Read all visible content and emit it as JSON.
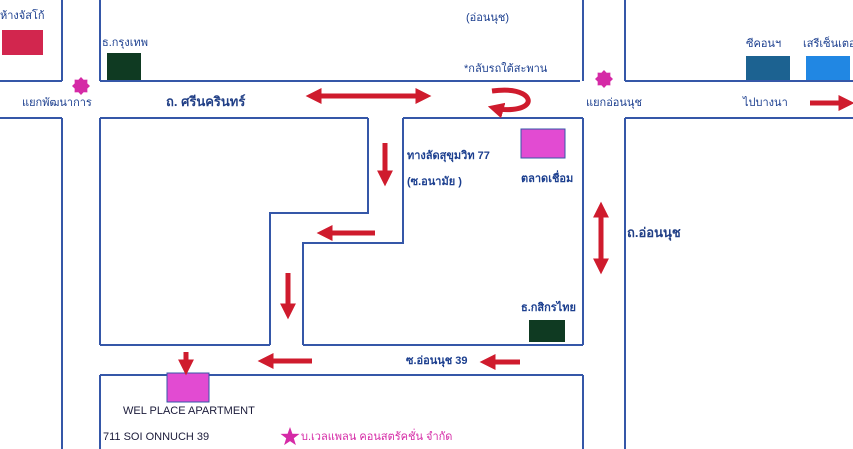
{
  "colors": {
    "road_edge": "#3557a8",
    "arrow": "#cf1b2d",
    "building_pink": "#e24bd2",
    "building_red": "#d2264e",
    "bank_green": "#0f3a22",
    "bank_blue_dark": "#1c6291",
    "bank_blue": "#2187e3",
    "star": "#d52aa6",
    "junction": "#d52aa6",
    "text": "#1c3f8f"
  },
  "map": {
    "labels": {
      "store_top_left": "ห้างจัสโก้",
      "krungthep_bank": "ธ.กรุงเทพ",
      "onnut_paren": "(อ่อนนุช)",
      "uturn_note": "*กลับรถใต้สะพาน",
      "cp_store": "ซีคอนฯ",
      "seri_center": "เสรีเซ็นเตอ",
      "pattanakarn_junction": "แยกพัฒนาการ",
      "srinakarin_road": "ถ. ศรีนครินทร์",
      "onnut_junction": "แยกอ่อนนุช",
      "to_bangna": "ไปบางนา",
      "sukhumvit77_shortcut": "ทางลัดสุขุมวิท 77",
      "soi_anamai": "(ซ.อนามัย )",
      "connect_market": "ตลาดเชื่อม",
      "onnut_road": "ถ.อ่อนนุช",
      "kasikorn_bank": "ธ.กสิกรไทย",
      "soi_onnut_39": "ซ.อ่อนนุช  39",
      "apartment_name": "WEL PLACE APARTMENT",
      "address": "711 SOI ONNUCH   39",
      "company_name": "บ.เวลแพลน คอนสตรัคชั่น จำกัด"
    },
    "icons": {
      "junction": "junction-marker-icon",
      "company": "star-icon",
      "arrow": "direction-arrow-icon",
      "uturn": "u-turn-arrow-icon"
    }
  }
}
